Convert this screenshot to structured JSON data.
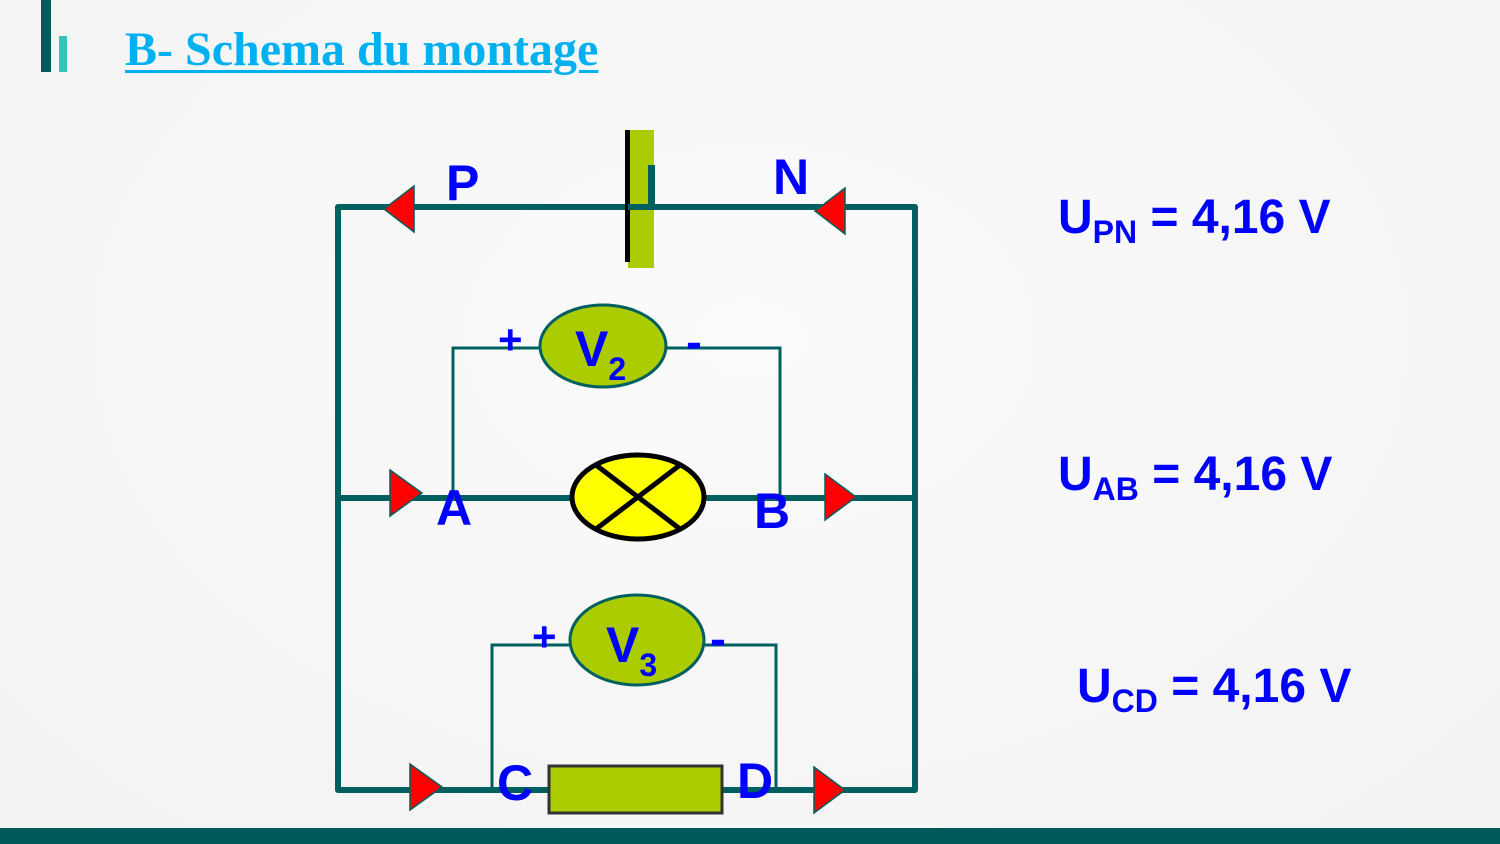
{
  "slide": {
    "title": "B- Schema du montage"
  },
  "diagram": {
    "nodes": {
      "P": "P",
      "N": "N",
      "A": "A",
      "B": "B",
      "C": "C",
      "D": "D"
    },
    "voltmeters": [
      {
        "letter": "V",
        "index": "2",
        "plus": "+",
        "minus": "-"
      },
      {
        "letter": "V",
        "index": "3",
        "plus": "+",
        "minus": "-"
      }
    ],
    "colors": {
      "wire": "#005f5f",
      "arrow": "#ff0000",
      "label": "#0000ff",
      "component": "#aacc00",
      "lamp": "#ffff00"
    }
  },
  "measurements": [
    {
      "symbol": "U",
      "sub": "PN",
      "value": " = 4,16 V"
    },
    {
      "symbol": "U",
      "sub": "AB",
      "value": " = 4,16 V"
    },
    {
      "symbol": "U",
      "sub": "CD",
      "value": " = 4,16 V"
    }
  ]
}
